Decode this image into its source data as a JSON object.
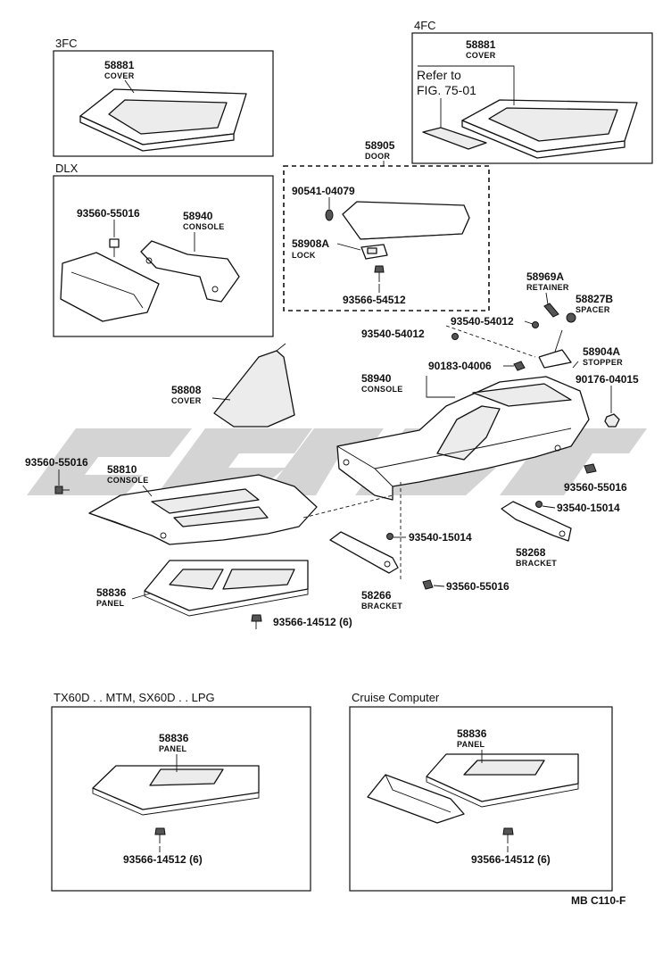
{
  "sections": {
    "s3fc": "3FC",
    "s4fc": "4FC",
    "dlx": "DLX",
    "tx60d": "TX60D . . MTM, SX60D . . LPG",
    "cruise": "Cruise Computer"
  },
  "refer": {
    "line1": "Refer to",
    "line2": "FIG. 75-01"
  },
  "callouts": {
    "c3fc_cover": {
      "num": "58881",
      "name": "COVER"
    },
    "c4fc_cover": {
      "num": "58881",
      "name": "COVER"
    },
    "dlx_bolt": {
      "num": "93560-55016"
    },
    "dlx_console": {
      "num": "58940",
      "name": "CONSOLE"
    },
    "door": {
      "num": "58905",
      "name": "DOOR"
    },
    "door_screw": {
      "num": "90541-04079"
    },
    "lock": {
      "num": "58908A",
      "name": "LOCK"
    },
    "lock_screw": {
      "num": "93566-54512"
    },
    "retainer": {
      "num": "58969A",
      "name": "RETAINER"
    },
    "spacer": {
      "num": "58827B",
      "name": "SPACER"
    },
    "screw_a": {
      "num": "93540-54012"
    },
    "screw_b": {
      "num": "93540-54012"
    },
    "stopper": {
      "num": "58904A",
      "name": "STOPPER"
    },
    "clip_90183": {
      "num": "90183-04006"
    },
    "console_main": {
      "num": "58940",
      "name": "CONSOLE"
    },
    "nut_90176": {
      "num": "90176-04015"
    },
    "cover_boot": {
      "num": "58808",
      "name": "COVER"
    },
    "left_bolt": {
      "num": "93560-55016"
    },
    "console_lower": {
      "num": "58810",
      "name": "CONSOLE"
    },
    "right_bolt": {
      "num": "93560-55016"
    },
    "screw_15014_r": {
      "num": "93540-15014"
    },
    "screw_15014_c": {
      "num": "93540-15014"
    },
    "bracket_r": {
      "num": "58268",
      "name": "BRACKET"
    },
    "bracket_c": {
      "num": "58266",
      "name": "BRACKET"
    },
    "bolt_55016_c": {
      "num": "93560-55016"
    },
    "panel_main": {
      "num": "58836",
      "name": "PANEL"
    },
    "panel_screw": {
      "num": "93566-14512 (6)"
    },
    "tx_panel": {
      "num": "58836",
      "name": "PANEL"
    },
    "tx_screw": {
      "num": "93566-14512 (6)"
    },
    "cc_panel": {
      "num": "58836",
      "name": "PANEL"
    },
    "cc_screw": {
      "num": "93566-14512 (6)"
    }
  },
  "figure_code": "MB  C110-F"
}
